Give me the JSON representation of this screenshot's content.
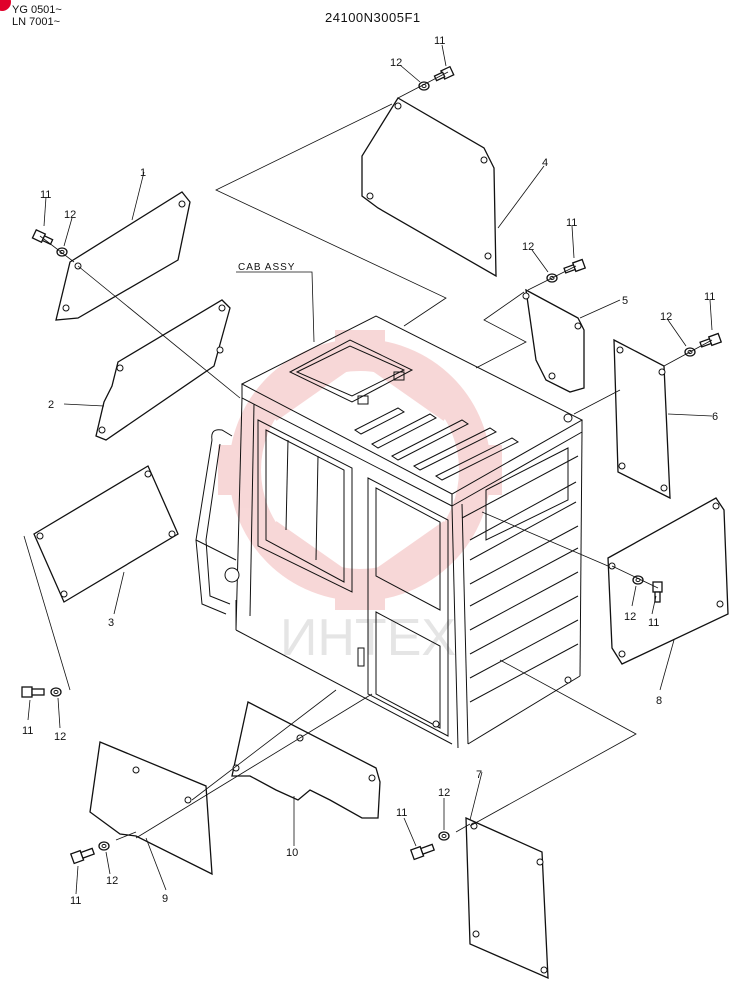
{
  "header": {
    "serial_line_1": "YG 0501~",
    "serial_line_2": "LN 7001~",
    "drawing_code": "24100N3005F1",
    "corner_mark_color": "#e0002a"
  },
  "assembly_label": "CAB ASSY",
  "watermark": {
    "text": "ИНТЕХ",
    "color": "#f2b8b8"
  },
  "callouts": {
    "c1": "1",
    "c2": "2",
    "c3": "3",
    "c4": "4",
    "c5": "5",
    "c6": "6",
    "c7": "7",
    "c8": "8",
    "c9": "9",
    "c10": "10",
    "c11_a": "11",
    "c12_a": "12",
    "c11_b": "11",
    "c12_b": "12",
    "c11_c": "11",
    "c12_c": "12",
    "c11_d": "11",
    "c12_d": "12",
    "c11_e": "11",
    "c12_e": "12",
    "c11_f": "11",
    "c12_f": "12",
    "c11_g": "11",
    "c12_g": "12",
    "c11_h": "11",
    "c12_h": "12"
  }
}
